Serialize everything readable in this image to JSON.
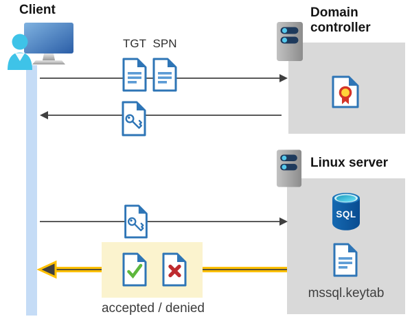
{
  "client": {
    "label": "Client"
  },
  "domain_controller": {
    "title": "Domain controller"
  },
  "linux_server": {
    "title": "Linux server",
    "keytab_filename": "mssql.keytab"
  },
  "tickets": {
    "tgt_label": "TGT",
    "spn_label": "SPN"
  },
  "result": {
    "label": "accepted / denied"
  },
  "sql_db": {
    "label": "SQL"
  },
  "icons": {
    "client": "person-at-computer-icon",
    "domain_controller": "server-icon",
    "linux_server": "server-icon",
    "tgt": "document-icon",
    "spn": "document-icon",
    "service_ticket": "key-document-icon",
    "certificate": "certificate-document-icon",
    "database": "sql-database-icon",
    "keytab": "document-icon",
    "accepted": "check-document-icon",
    "denied": "x-document-icon"
  },
  "colors": {
    "doc_blue": "#2E75B6",
    "doc_line_blue": "#5B9BD5",
    "arrow_gray": "#595959",
    "accent_yellow": "#FFC000",
    "highlight_yellow": "#FBF3CE",
    "box_gray": "#D9D9D9",
    "lifeline_blue": "#C5DCF6",
    "check_green": "#5EB73C",
    "deny_red": "#BE2B2F",
    "cyan_person": "#3EC3E8"
  }
}
